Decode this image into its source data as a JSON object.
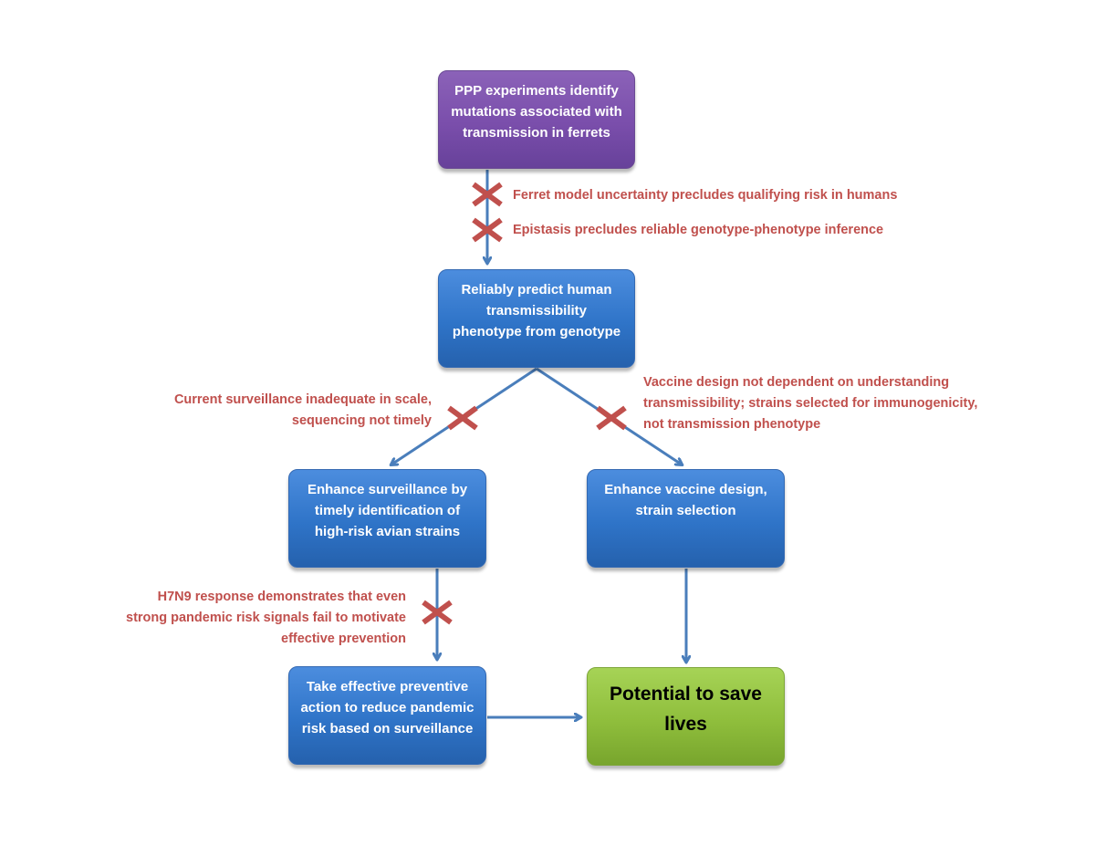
{
  "colors": {
    "arrow": "#4a7ebb",
    "cross": "#c0504d",
    "note_text": "#c0504d"
  },
  "nodes": {
    "ppp": "PPP experiments identify mutations associated with transmission in ferrets",
    "predict": "Reliably predict human transmissibility phenotype from genotype",
    "surveillance": "Enhance surveillance by timely identification of high-risk avian strains",
    "vaccine": "Enhance vaccine design, strain selection",
    "preventive": "Take effective preventive action to reduce pandemic risk based on surveillance",
    "save_lives": "Potential to save lives"
  },
  "barriers": {
    "ferret_model": "Ferret model uncertainty precludes qualifying risk in humans",
    "epistasis": "Epistasis precludes reliable genotype-phenotype inference",
    "surveillance_l1": "Current surveillance inadequate in scale,",
    "surveillance_l2": "sequencing not timely",
    "vaccine_l1": "Vaccine design not dependent on understanding",
    "vaccine_l2": "transmissibility; strains selected for immunogenicity,",
    "vaccine_l3": "not transmission phenotype",
    "h7n9_l1": "H7N9 response demonstrates that even",
    "h7n9_l2": "strong pandemic risk signals fail to motivate",
    "h7n9_l3": "effective prevention"
  }
}
